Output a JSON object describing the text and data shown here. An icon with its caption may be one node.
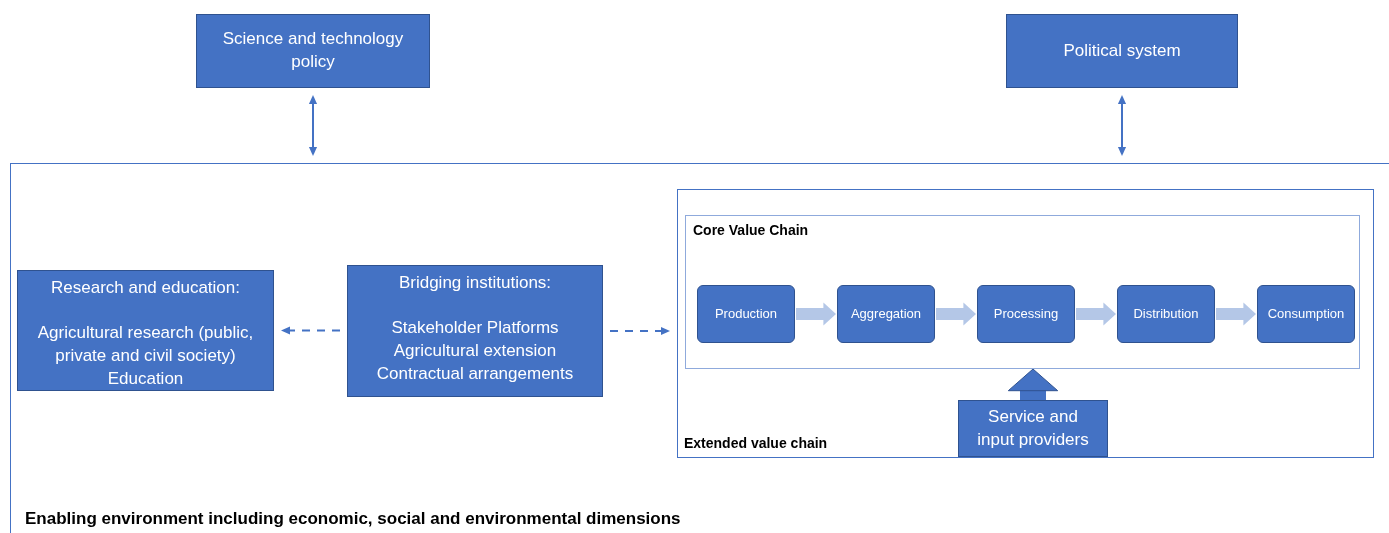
{
  "diagram": {
    "nodes": [
      {
        "text": [
          "Science and technology policy"
        ]
      },
      {
        "text": [
          "Political system"
        ]
      },
      {
        "text": [
          "Enabling environment including economic, social and environmental dimensions"
        ]
      },
      {
        "text": [
          "Research and education:",
          "Agricultural research (public, private and civil society)",
          "Education"
        ],
        "in": 2
      },
      {
        "text": [
          "Bridging institutions:",
          "Stakeholder Platforms",
          "Agricultural extension",
          "Contractual arrangements"
        ],
        "in": 2
      },
      {
        "text": [
          "Extended value chain"
        ],
        "in": 2
      },
      {
        "text": [
          "Core Value Chain"
        ],
        "in": 5
      },
      {
        "text": [
          "Production"
        ],
        "in": 6
      },
      {
        "text": [
          "Aggregation"
        ],
        "in": 6
      },
      {
        "text": [
          "Processing"
        ],
        "in": 6
      },
      {
        "text": [
          "Distribution"
        ],
        "in": 6
      },
      {
        "text": [
          "Consumption"
        ],
        "in": 6
      },
      {
        "text": [
          "Service and input providers"
        ],
        "in": 5
      }
    ],
    "edges": [
      {
        "from": 0,
        "to": 2,
        "arrow": "both"
      },
      {
        "from": 1,
        "to": 2,
        "arrow": "both"
      },
      {
        "from": 4,
        "to": 3,
        "arrow": "to",
        "style": "dashed"
      },
      {
        "from": 4,
        "to": 5,
        "arrow": "to",
        "style": "dashed"
      },
      {
        "from": 7,
        "to": 8,
        "arrow": "to",
        "color": "#b4c7e7"
      },
      {
        "from": 8,
        "to": 9,
        "arrow": "to",
        "color": "#b4c7e7"
      },
      {
        "from": 9,
        "to": 10,
        "arrow": "to",
        "color": "#b4c7e7"
      },
      {
        "from": 10,
        "to": 11,
        "arrow": "to",
        "color": "#b4c7e7"
      },
      {
        "from": 12,
        "to": 6,
        "arrow": "to",
        "style": "thick"
      }
    ]
  }
}
